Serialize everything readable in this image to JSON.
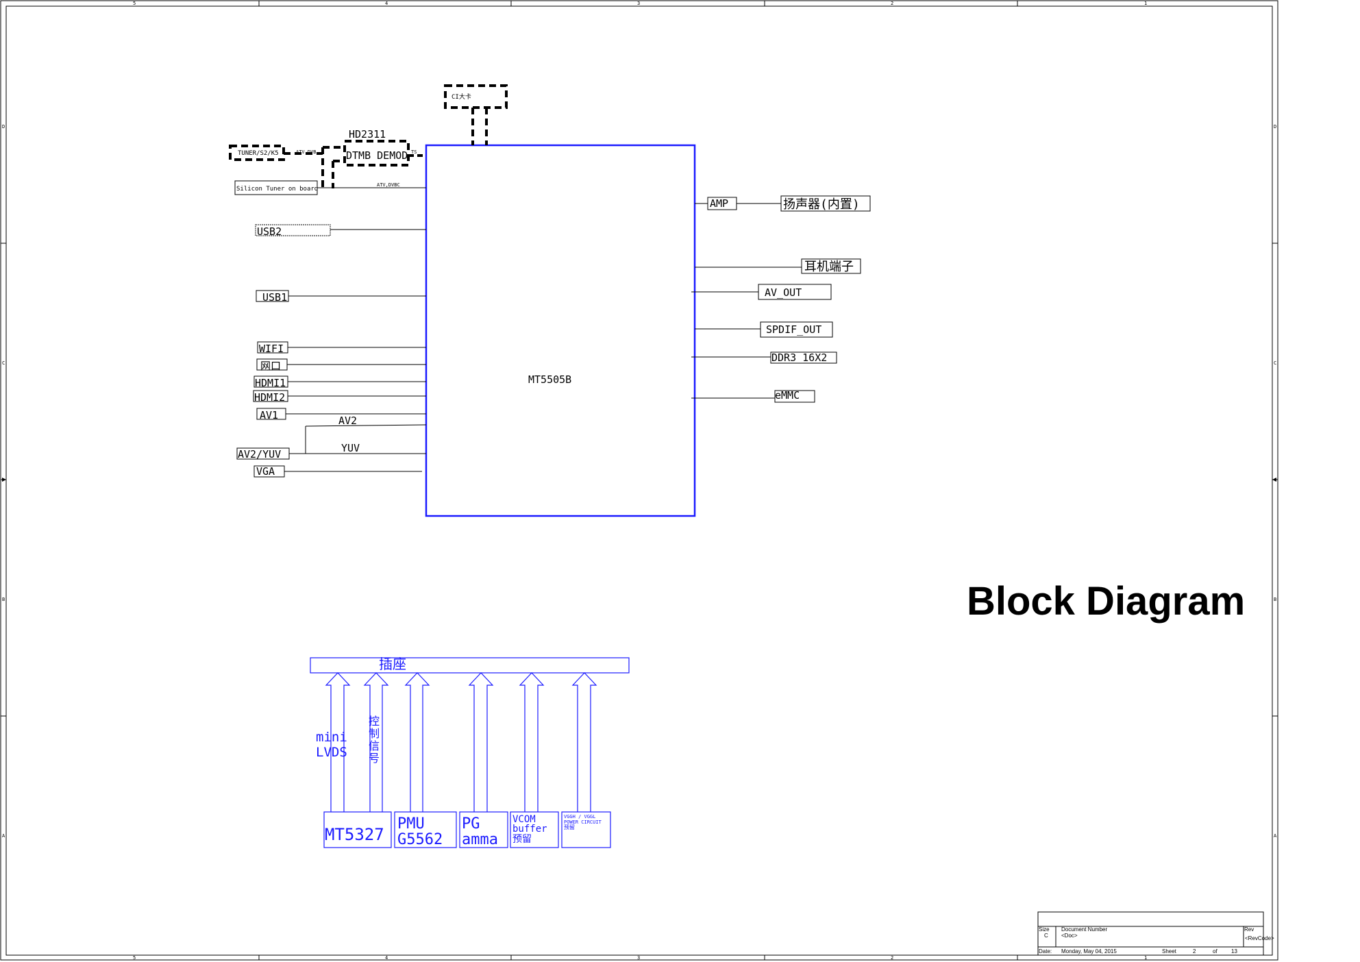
{
  "title": "Block Diagram",
  "border": {
    "col_labels": [
      "5",
      "4",
      "3",
      "2",
      "1"
    ],
    "row_labels": [
      "D",
      "C",
      "B",
      "A"
    ]
  },
  "soc": {
    "label": "MT5505B"
  },
  "tuner": {
    "ci_card": "CI大卡",
    "tuner_module": "TUNER/S2/K5",
    "demod_part": "HD2311",
    "demod_label": "DTMB DEMOD",
    "silicon_tuner": "Silicon Tuner on board",
    "atv_label": "ATV,DVBC",
    "if_label": "ATV,DVB",
    "ts_label": "TS"
  },
  "left_inputs": {
    "usb2": "USB2",
    "usb1": "USB1",
    "wifi": "WIFI",
    "lan": "网口",
    "hdmi1": "HDMI1",
    "hdmi2": "HDMI2",
    "av1": "AV1",
    "av2_yuv": "AV2/YUV",
    "av2": "AV2",
    "yuv": "YUV",
    "vga": "VGA"
  },
  "right_outputs": {
    "amp": "AMP",
    "speaker": "扬声器(内置)",
    "earphone": "耳机端子",
    "av_out": "AV_OUT",
    "spdif": "SPDIF_OUT",
    "ddr": "DDR3 16X2",
    "emmc": "eMMC"
  },
  "panel": {
    "connector": "插座",
    "mini": "mini",
    "lvds": "LVDS",
    "ctrl": [
      "控",
      "制",
      "信",
      "号"
    ],
    "tcon": "MT5327",
    "pmu_1": "PMU",
    "pmu_2": "G5562",
    "pg_1": "PG",
    "pg_2": "amma",
    "vcom_1": "VCOM",
    "vcom_2": "buffer",
    "vcom_3": "预留",
    "power_1": "VGGH / VGGL",
    "power_2": "POWER CIRCUIT",
    "power_3": "预留"
  },
  "title_block": {
    "size_label": "Size",
    "size_value": "C",
    "doc_label": "Document Number",
    "doc_value": "<Doc>",
    "rev_label": "Rev",
    "rev_value": "<RevCode>",
    "date_label": "Date:",
    "date_value": "Monday, May 04, 2015",
    "sheet_label": "Sheet",
    "sheet_value": "2",
    "of_label": "of",
    "of_value": "13"
  },
  "colors": {
    "line": "#000000",
    "soc_blue": "#1a1aff"
  }
}
